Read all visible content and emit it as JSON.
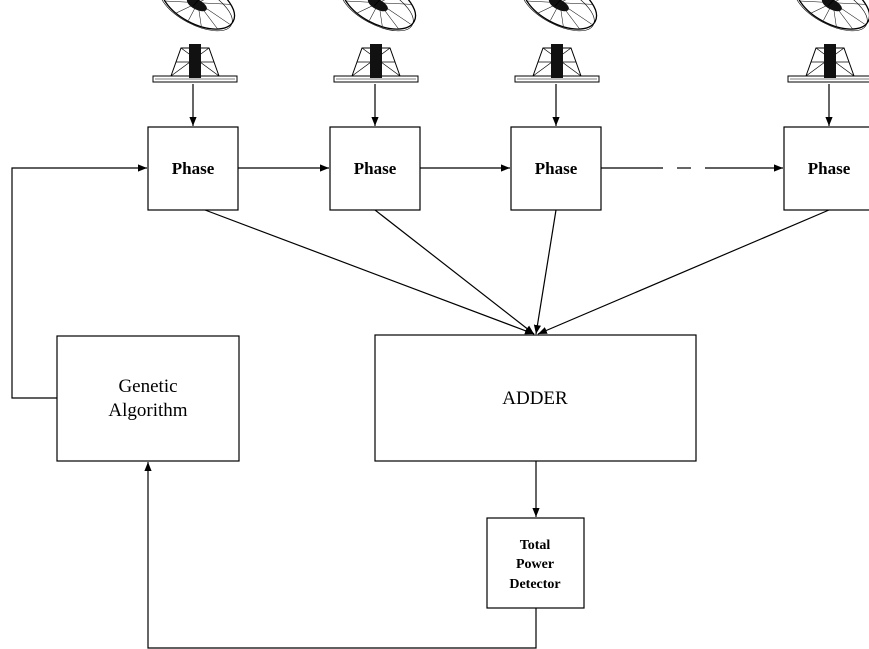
{
  "phase_label": "Phase",
  "phase_count": 4,
  "genetic_algorithm": {
    "line1": "Genetic",
    "line2": "Algorithm"
  },
  "adder": "ADDER",
  "total_power_detector": {
    "line1": "Total",
    "line2": "Power",
    "line3": "Detector"
  },
  "icons": {
    "antenna": "satellite-dish-icon"
  },
  "colors": {
    "stroke": "#000000",
    "background": "#ffffff"
  }
}
